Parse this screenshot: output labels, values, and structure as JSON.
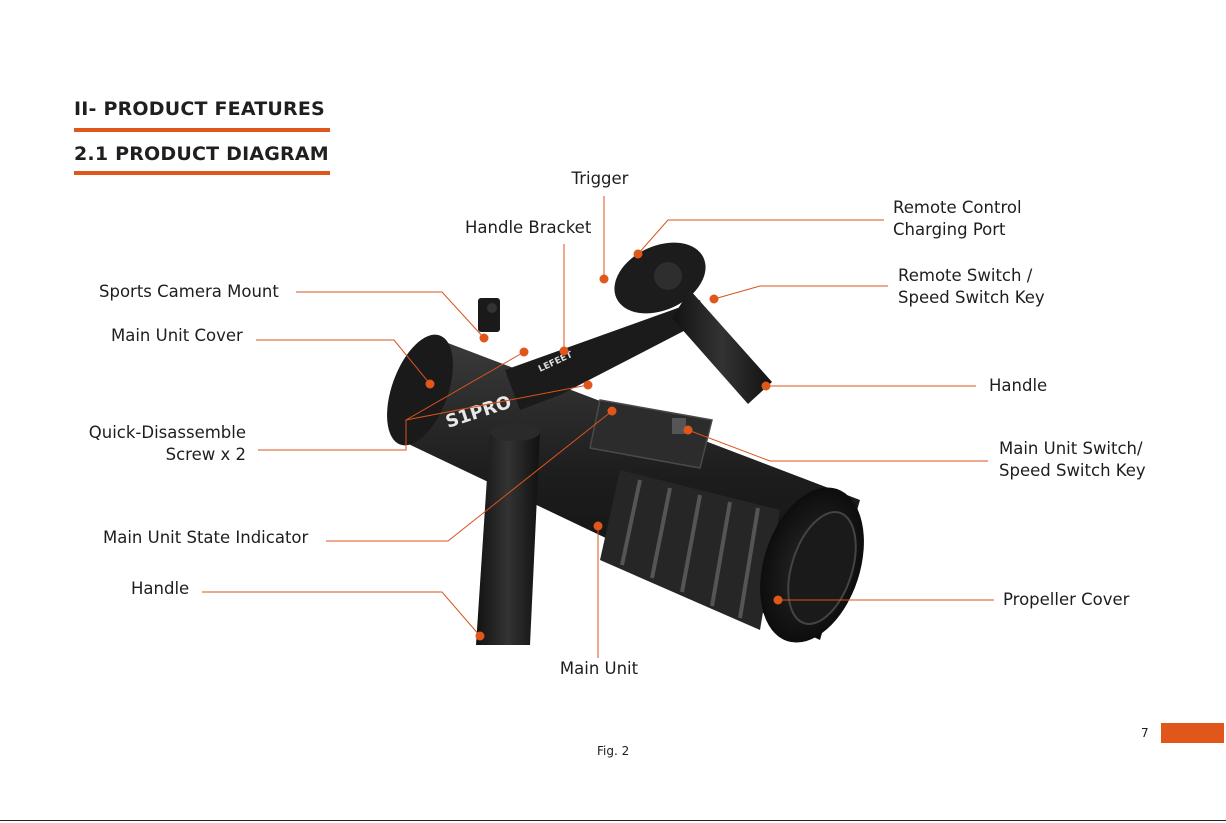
{
  "section": {
    "heading": "II- PRODUCT FEATURES",
    "subheading": "2.1  PRODUCT DIAGRAM"
  },
  "labels": {
    "trigger": "Trigger",
    "handle_bracket": "Handle Bracket",
    "remote_control_charging_port_1": "Remote Control",
    "remote_control_charging_port_2": "Charging Port",
    "remote_switch_1": "Remote Switch /",
    "remote_switch_2": "Speed Switch Key",
    "handle_right": "Handle",
    "main_unit_switch_1": "Main Unit Switch/",
    "main_unit_switch_2": "Speed Switch Key",
    "propeller_cover": "Propeller Cover",
    "main_unit": "Main Unit",
    "sports_camera_mount": "Sports Camera Mount",
    "main_unit_cover": "Main Unit Cover",
    "quick_disassemble_1": "Quick-Disassemble",
    "quick_disassemble_2": "Screw x 2",
    "main_unit_state_indicator": "Main Unit State Indicator",
    "handle_left": "Handle"
  },
  "product_logo": "LEFEET",
  "product_body_text": "S1PRO",
  "figure_caption": "Fig. 2",
  "page_number": "7",
  "colors": {
    "accent": "#E0561B",
    "leader_line": "#D9531E",
    "product_body": "#1c1c1c"
  }
}
